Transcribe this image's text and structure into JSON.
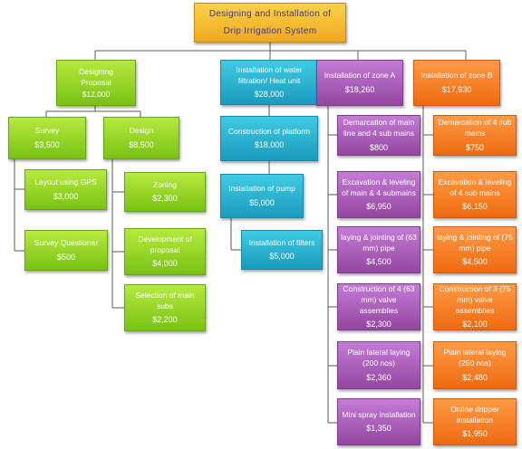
{
  "diagram": {
    "root": {
      "title_line1": "Designing and Installation of",
      "title_line2": "Drip Irrigation System"
    },
    "designing_proposal": {
      "label_line1": "Designing",
      "label_line2": "Proposal",
      "value": "$12,000"
    },
    "survey": {
      "label": "Survey",
      "value": "$3,500"
    },
    "design": {
      "label": "Design",
      "value": "$8,500"
    },
    "layout_gps": {
      "label": "Layout using GPS",
      "value": "$3,000"
    },
    "survey_questioner": {
      "label": "Survey Questioner",
      "value": "$500"
    },
    "zoning": {
      "label": "Zoning",
      "value": "$2,300"
    },
    "development_proposal": {
      "label": "Development of proposal",
      "value": "$4,000"
    },
    "selection_main_subs": {
      "label": "Selection of main subs",
      "value": "$2,200"
    },
    "water_filtration": {
      "label": "Installation of water filtration/ Heat unit",
      "value": "$28,000"
    },
    "platform": {
      "label": "Construction of platform",
      "value": "$18,000"
    },
    "pump": {
      "label": "Installation of pump",
      "value": "$5,000"
    },
    "filters": {
      "label": "Installation of filters",
      "value": "$5,000"
    },
    "zone_a": {
      "label": "Installation of zone A",
      "value": "$18,260"
    },
    "zone_a_items": [
      {
        "label": "Demarcation of main line and 4 sub mains",
        "value": "$800"
      },
      {
        "label": "Excavation & leveling of main & 4 submains",
        "value": "$6,950"
      },
      {
        "label": "laying & jointing of (63 mm) pipe",
        "value": "$4,500"
      },
      {
        "label": "Construction of 4 (63 mm) valve assemblies",
        "value": "$2,300"
      },
      {
        "label": "Plain lateral laying (200 nos)",
        "value": "$2,360"
      },
      {
        "label": "Mini spray installation",
        "value": "$1,350"
      }
    ],
    "zone_b": {
      "label": "Installation of zone B",
      "value": "$17,930"
    },
    "zone_b_items": [
      {
        "label": "Demarcation of 4 sub mains",
        "value": "$750"
      },
      {
        "label": "Excavation & leveling of 4 sub mains",
        "value": "$6,150"
      },
      {
        "label": "laying & jointing of (75 mm) pipe",
        "value": "$4,500"
      },
      {
        "label": "Construction of 3 (75 mm) valve assemblies",
        "value": "$2,100"
      },
      {
        "label": "Plain lateral laying (250 nos)",
        "value": "$2,480"
      },
      {
        "label": "Online dripper installation",
        "value": "$1,950"
      }
    ],
    "colors": {
      "root": "#f5b72e",
      "design_branch": "#8fd323",
      "filtration_branch": "#29b3d1",
      "zone_a_branch": "#a95bb9",
      "zone_b_branch": "#f57b22",
      "connector": "#5a5a5a"
    }
  }
}
